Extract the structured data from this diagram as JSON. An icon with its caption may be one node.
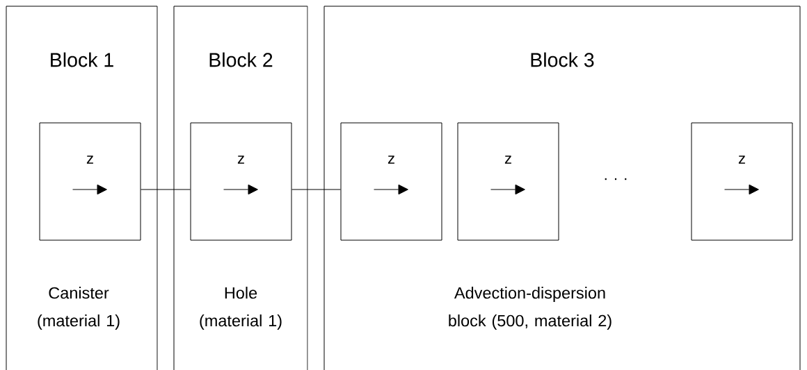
{
  "diagram": {
    "nodes": [
      {
        "text": [
          "Block 1",
          "Canister (material 1)"
        ]
      },
      {
        "text": [
          "Block 2",
          "Hole (material 1)"
        ]
      },
      {
        "text": [
          "Block 3",
          "Advection-dispersion block (500, material 2)"
        ]
      },
      {
        "text": [
          "z"
        ],
        "in": 0
      },
      {
        "text": [
          "z"
        ],
        "in": 1
      },
      {
        "text": [
          "z"
        ],
        "in": 2
      },
      {
        "text": [
          "z"
        ],
        "in": 2
      },
      {
        "text": [
          "z"
        ],
        "in": 2
      }
    ],
    "edges": [
      {
        "from": 3,
        "to": 4,
        "arrow": "none"
      },
      {
        "from": 4,
        "to": 5,
        "arrow": "none"
      }
    ],
    "labels": [
      ". . ."
    ]
  }
}
